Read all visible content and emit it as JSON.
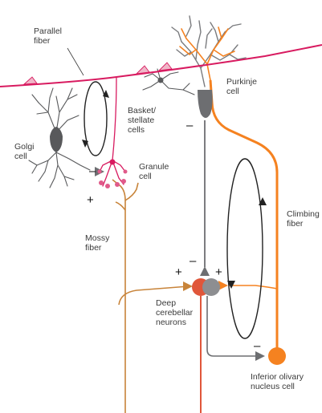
{
  "labels": {
    "parallel_fiber": "Parallel\nfiber",
    "purkinje_cell": "Purkinje\ncell",
    "basket_stellate": "Basket/\nstellate\ncells",
    "golgi_cell": "Golgi\ncell",
    "granule_cell": "Granule\ncell",
    "mossy_fiber": "Mossy\nfiber",
    "climbing_fiber": "Climbing\nfiber",
    "deep_cerebellar": "Deep\ncerebellar\nneurons",
    "inferior_olivary": "Inferior olivary\nnucleus cell"
  },
  "signs": {
    "plus": "+",
    "minus": "–"
  },
  "colors": {
    "parallel_fiber": "#d81b60",
    "purkinje": "#6d6e71",
    "climbing": "#f58220",
    "mossy": "#c8843a",
    "deep_nuclei": "#e0563a",
    "neuron_gray": "#58595b",
    "loop_arrow": "#222222"
  }
}
